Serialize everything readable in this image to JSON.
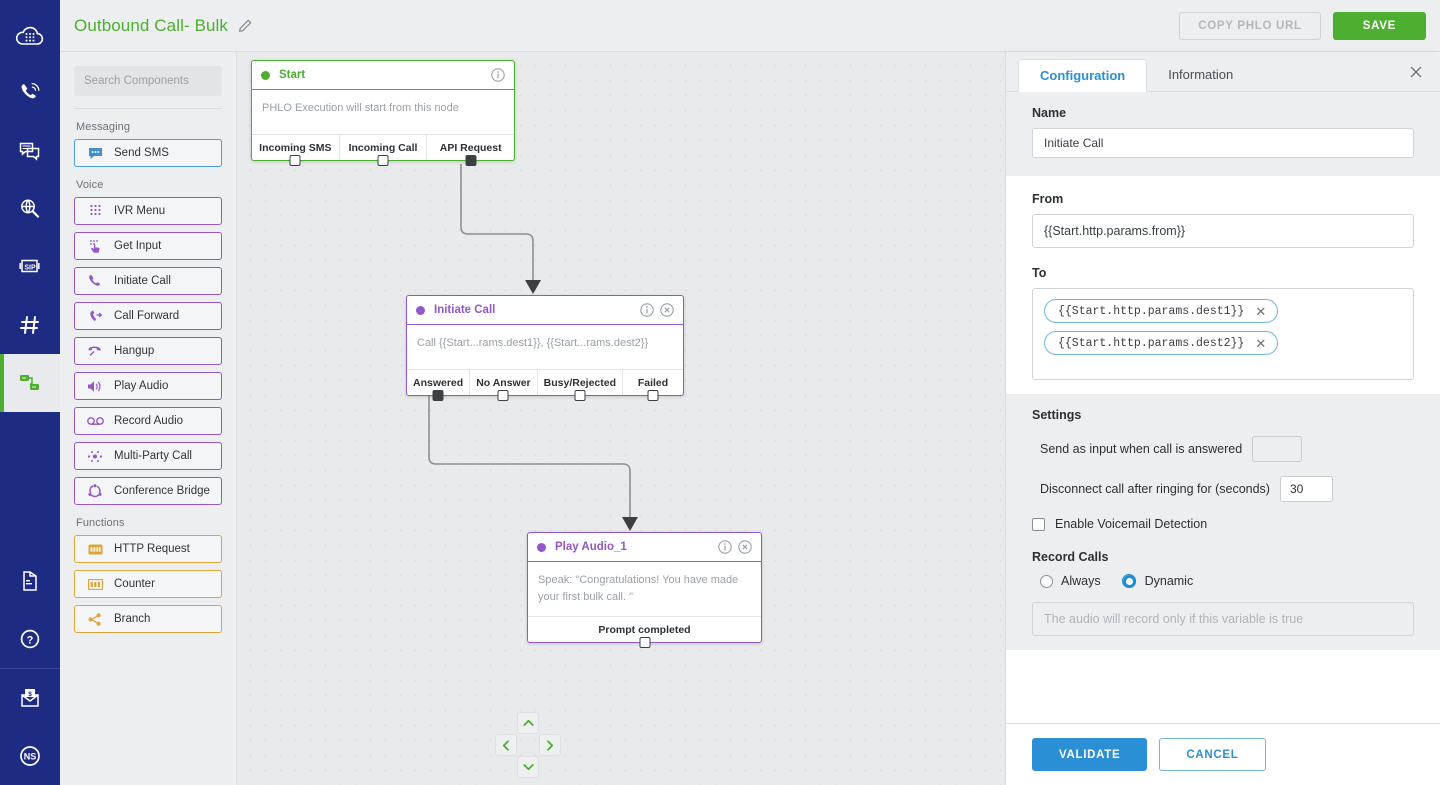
{
  "rail": {
    "items": [
      {
        "name": "logo",
        "icon": "cloud-keypad-logo-icon"
      },
      {
        "name": "voice",
        "icon": "phone-signal-icon"
      },
      {
        "name": "messaging",
        "icon": "sms-bubbles-icon"
      },
      {
        "name": "lookup",
        "icon": "globe-search-icon"
      },
      {
        "name": "sip",
        "icon": "sip-trunk-icon"
      },
      {
        "name": "numbers",
        "icon": "hash-numbers-icon"
      },
      {
        "name": "phlo",
        "icon": "flow-nodes-icon",
        "active": true
      }
    ],
    "bottom": [
      {
        "name": "docs",
        "icon": "book-docs-icon"
      },
      {
        "name": "help",
        "icon": "question-circle-icon"
      },
      {
        "name": "billing",
        "icon": "billing-envelope-icon"
      },
      {
        "name": "account",
        "icon": "ns-avatar-icon"
      }
    ]
  },
  "header": {
    "title": "Outbound Call- Bulk",
    "edit_icon": "pencil-icon",
    "copy_label": "COPY PHLO URL",
    "save_label": "SAVE"
  },
  "sidebar": {
    "search_placeholder": "Search Components",
    "groups": [
      {
        "label": "Messaging",
        "accent": "blue",
        "items": [
          {
            "label": "Send SMS",
            "icon": "chat-bubble-icon"
          }
        ]
      },
      {
        "label": "Voice",
        "accent": "purple",
        "items": [
          {
            "label": "IVR Menu",
            "icon": "keypad-grid-icon"
          },
          {
            "label": "Get Input",
            "icon": "hand-tap-icon"
          },
          {
            "label": "Initiate Call",
            "icon": "phone-handset-icon"
          },
          {
            "label": "Call Forward",
            "icon": "call-forward-icon"
          },
          {
            "label": "Hangup",
            "icon": "hangup-phone-icon"
          },
          {
            "label": "Play Audio",
            "icon": "speaker-icon"
          },
          {
            "label": "Record Audio",
            "icon": "record-reel-icon"
          },
          {
            "label": "Multi-Party Call",
            "icon": "multi-party-icon"
          },
          {
            "label": "Conference Bridge",
            "icon": "conference-bridge-icon"
          }
        ]
      },
      {
        "label": "Functions",
        "accent": "amber",
        "items": [
          {
            "label": "HTTP Request",
            "icon": "http-request-icon"
          },
          {
            "label": "Counter",
            "icon": "counter-icon"
          },
          {
            "label": "Branch",
            "icon": "branch-share-icon"
          }
        ]
      }
    ]
  },
  "canvas": {
    "nodes": [
      {
        "id": "start",
        "title": "Start",
        "accent": "green",
        "body": "PHLO Execution will start from this node",
        "info_icon": "info-circle-icon",
        "ports": [
          {
            "label": "Incoming SMS",
            "filled": false
          },
          {
            "label": "Incoming Call",
            "filled": false
          },
          {
            "label": "API Request",
            "filled": true
          }
        ]
      },
      {
        "id": "initiate-call",
        "title": "Initiate Call",
        "accent": "purple",
        "body": "Call {{Start...rams.dest1}}, {{Start...rams.dest2}}",
        "info_icon": "info-circle-icon",
        "close_icon": "close-circle-icon",
        "ports": [
          {
            "label": "Answered",
            "filled": true
          },
          {
            "label": "No Answer",
            "filled": false
          },
          {
            "label": "Busy/Rejected",
            "filled": false
          },
          {
            "label": "Failed",
            "filled": false
          }
        ]
      },
      {
        "id": "play-audio-1",
        "title": "Play Audio_1",
        "accent": "purple",
        "body": "Speak: \"Congratulations! You have made your first bulk call. \"",
        "info_icon": "info-circle-icon",
        "close_icon": "close-circle-icon",
        "ports": [
          {
            "label": "Prompt completed",
            "filled": false
          }
        ]
      }
    ],
    "dpad": {
      "up": "chevron-up-icon",
      "down": "chevron-down-icon",
      "left": "chevron-left-icon",
      "right": "chevron-right-icon"
    }
  },
  "panel": {
    "tabs": [
      {
        "label": "Configuration",
        "active": true
      },
      {
        "label": "Information",
        "active": false
      }
    ],
    "close_icon": "close-icon",
    "name": {
      "label": "Name",
      "value": "Initiate Call"
    },
    "from": {
      "label": "From",
      "value": "{{Start.http.params.from}}"
    },
    "to": {
      "label": "To",
      "chips": [
        "{{Start.http.params.dest1}}",
        "{{Start.http.params.dest2}}"
      ]
    },
    "settings": {
      "title": "Settings",
      "send_as_input_label": "Send as input when call is answered",
      "send_as_input_value": "",
      "disconnect_label": "Disconnect call after ringing for (seconds)",
      "disconnect_value": "30",
      "voicemail_label": "Enable Voicemail Detection",
      "voicemail_checked": false
    },
    "record_calls": {
      "title": "Record Calls",
      "options": [
        {
          "label": "Always",
          "selected": false
        },
        {
          "label": "Dynamic",
          "selected": true
        }
      ],
      "variable_placeholder": "The audio will record only if this variable is true"
    },
    "footer": {
      "validate_label": "VALIDATE",
      "cancel_label": "CANCEL"
    }
  },
  "colors": {
    "rail": "#1e2b83",
    "green": "#4caf2f",
    "purple": "#9457c9",
    "blue": "#2b8fd6",
    "amber": "#e0a33a"
  }
}
